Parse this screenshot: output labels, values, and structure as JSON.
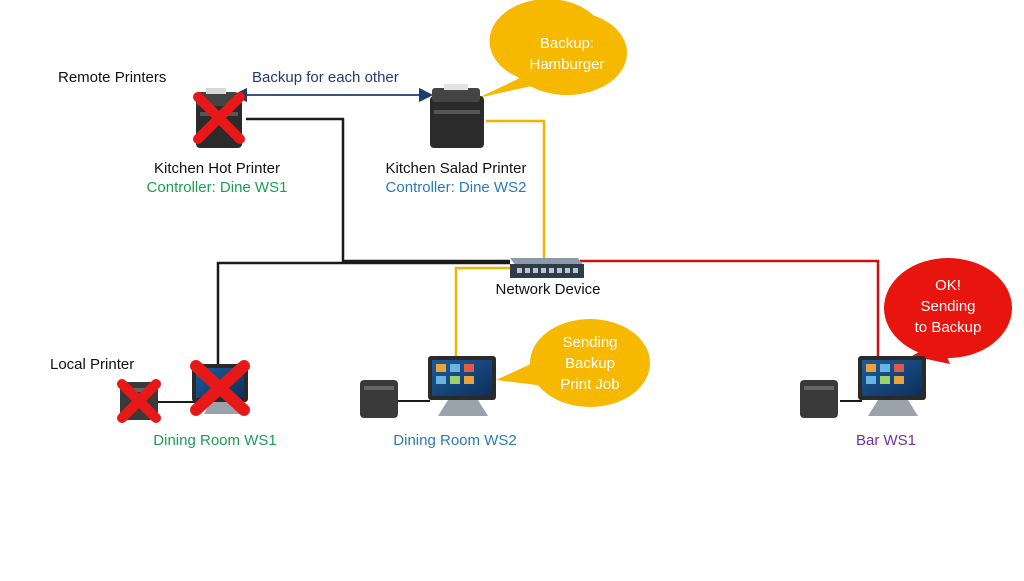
{
  "colors": {
    "black_line": "#1a1a1a",
    "yellow_line": "#f0b400",
    "red_line": "#cc1010",
    "green": "#1a9e55",
    "blue": "#2a7ab5",
    "purple": "#7030a0",
    "navy": "#1f3b73",
    "bubble_yellow": "#f7b800",
    "bubble_red": "#e8140e",
    "x_red": "#e81818"
  },
  "labels": {
    "remote_printers": "Remote Printers",
    "backup_each_other": "Backup for each other",
    "kitchen_hot_printer": "Kitchen Hot Printer",
    "kitchen_hot_controller": "Controller: Dine WS1",
    "kitchen_salad_printer": "Kitchen Salad Printer",
    "kitchen_salad_controller": "Controller: Dine WS2",
    "network_device": "Network Device",
    "local_printer": "Local Printer",
    "dining_ws1": "Dining Room WS1",
    "dining_ws2": "Dining Room WS2",
    "bar_ws1": "Bar WS1"
  },
  "bubbles": {
    "backup_hamburger": [
      "Backup:",
      "Hamburger"
    ],
    "sending_backup": [
      "Sending",
      "Backup",
      "Print Job"
    ],
    "ok_sending": [
      "OK!",
      "Sending",
      "to Backup"
    ]
  },
  "icons": {
    "printer": "receipt-printer-icon",
    "terminal": "pos-terminal-icon",
    "switch": "network-switch-icon",
    "failure": "red-x-icon"
  }
}
